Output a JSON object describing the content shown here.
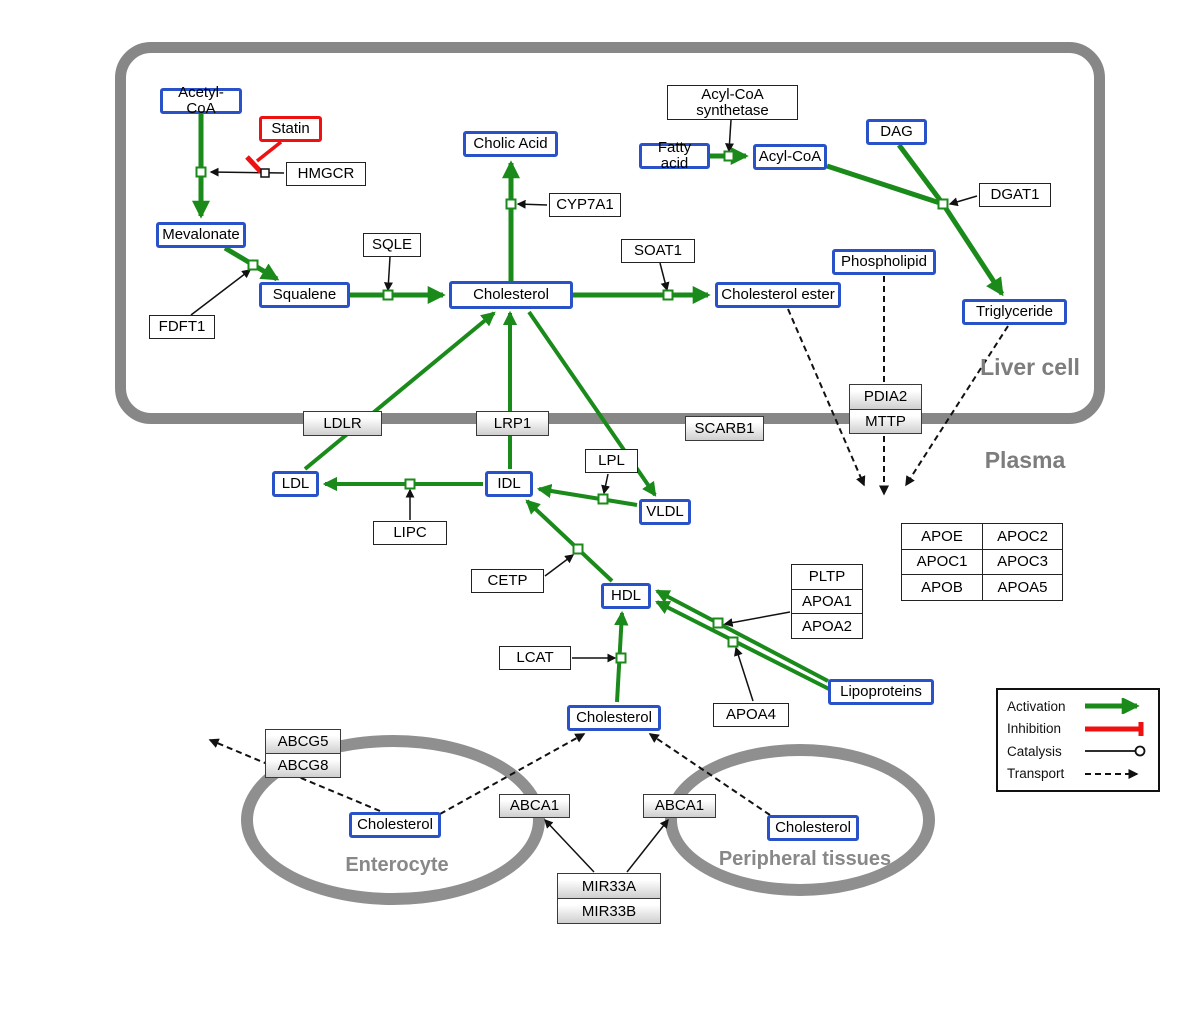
{
  "regions": {
    "liver": "Liver cell",
    "plasma": "Plasma",
    "enterocyte": "Enterocyte",
    "peripheral": "Peripheral tissues"
  },
  "nodes": {
    "acetyl_coa": "Acetyl-CoA",
    "statin": "Statin",
    "hmgcr": "HMGCR",
    "mevalonate": "Mevalonate",
    "fdft1": "FDFT1",
    "squalene": "Squalene",
    "sqle": "SQLE",
    "cholesterol_liver": "Cholesterol",
    "cholic_acid": "Cholic Acid",
    "cyp7a1": "CYP7A1",
    "soat1": "SOAT1",
    "cholesterol_ester": "Cholesterol ester",
    "acyl_coa_synthetase": "Acyl-CoA synthetase",
    "fatty_acid": "Fatty acid",
    "acyl_coa": "Acyl-CoA",
    "dag": "DAG",
    "dgat1": "DGAT1",
    "phospholipid": "Phospholipid",
    "triglyceride": "Triglyceride",
    "ldlr": "LDLR",
    "lrp1": "LRP1",
    "scarb1": "SCARB1",
    "pdia2": "PDIA2",
    "mttp": "MTTP",
    "ldl": "LDL",
    "lipc": "LIPC",
    "idl": "IDL",
    "lpl": "LPL",
    "vldl": "VLDL",
    "cetp": "CETP",
    "hdl": "HDL",
    "lcat": "LCAT",
    "pltp": "PLTP",
    "apoa1": "APOA1",
    "apoa2": "APOA2",
    "apoa4": "APOA4",
    "lipoproteins": "Lipoproteins",
    "apo_table": [
      [
        "APOE",
        "APOC2"
      ],
      [
        "APOC1",
        "APOC3"
      ],
      [
        "APOB",
        "APOA5"
      ]
    ],
    "cholesterol_plasma": "Cholesterol",
    "abcg5": "ABCG5",
    "abcg8": "ABCG8",
    "cholesterol_enterocyte": "Cholesterol",
    "abca1_left": "ABCA1",
    "abca1_right": "ABCA1",
    "cholesterol_peripheral": "Cholesterol",
    "mir33a": "MIR33A",
    "mir33b": "MIR33B"
  },
  "legend": {
    "activation": "Activation",
    "inhibition": "Inhibition",
    "catalysis": "Catalysis",
    "transport": "Transport"
  },
  "colors": {
    "activation_green": "#1a8a1a",
    "inhibition_red": "#ee1111",
    "metabolite_border_blue": "#2a52c8",
    "membrane_gray": "#878787"
  }
}
